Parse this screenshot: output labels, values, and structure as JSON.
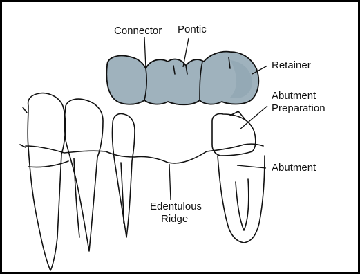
{
  "labels": {
    "connector": "Connector",
    "pontic": "Pontic",
    "retainer": "Retainer",
    "abutment_preparation_line1": "Abutment",
    "abutment_preparation_line2": "Preparation",
    "abutment": "Abutment",
    "edentulous_line1": "Edentulous",
    "edentulous_line2": "Ridge"
  },
  "colors": {
    "bridge_fill": "#9fb2bd",
    "bridge_shade": "#8ea3af",
    "outline": "#111111",
    "background": "#ffffff"
  }
}
